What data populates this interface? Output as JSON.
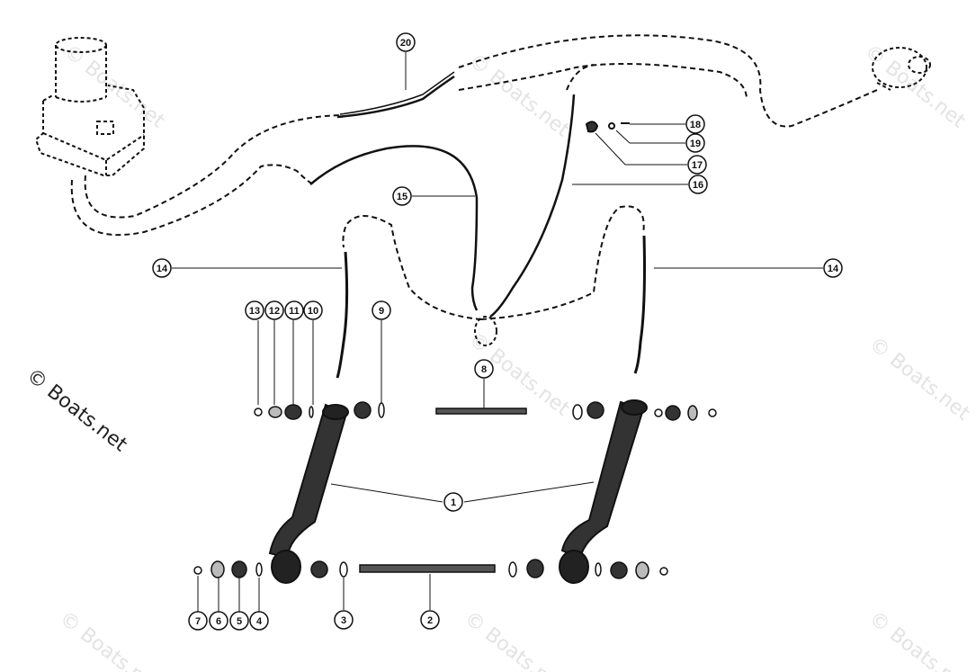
{
  "watermark": {
    "main": "© Boats.net",
    "faint": "© Boats.net"
  },
  "callouts": {
    "c1": "1",
    "c2": "2",
    "c3": "3",
    "c4": "4",
    "c5": "5",
    "c6": "6",
    "c7": "7",
    "c8": "8",
    "c9": "9",
    "c10": "10",
    "c11": "11",
    "c12": "12",
    "c13": "13",
    "c14_left": "14",
    "c14_right": "14",
    "c15": "15",
    "c16": "16",
    "c17": "17",
    "c18": "18",
    "c19": "19",
    "c20": "20"
  },
  "colors": {
    "ink": "#111111",
    "paper": "#ffffff",
    "watermark": "#e3e3e3"
  }
}
